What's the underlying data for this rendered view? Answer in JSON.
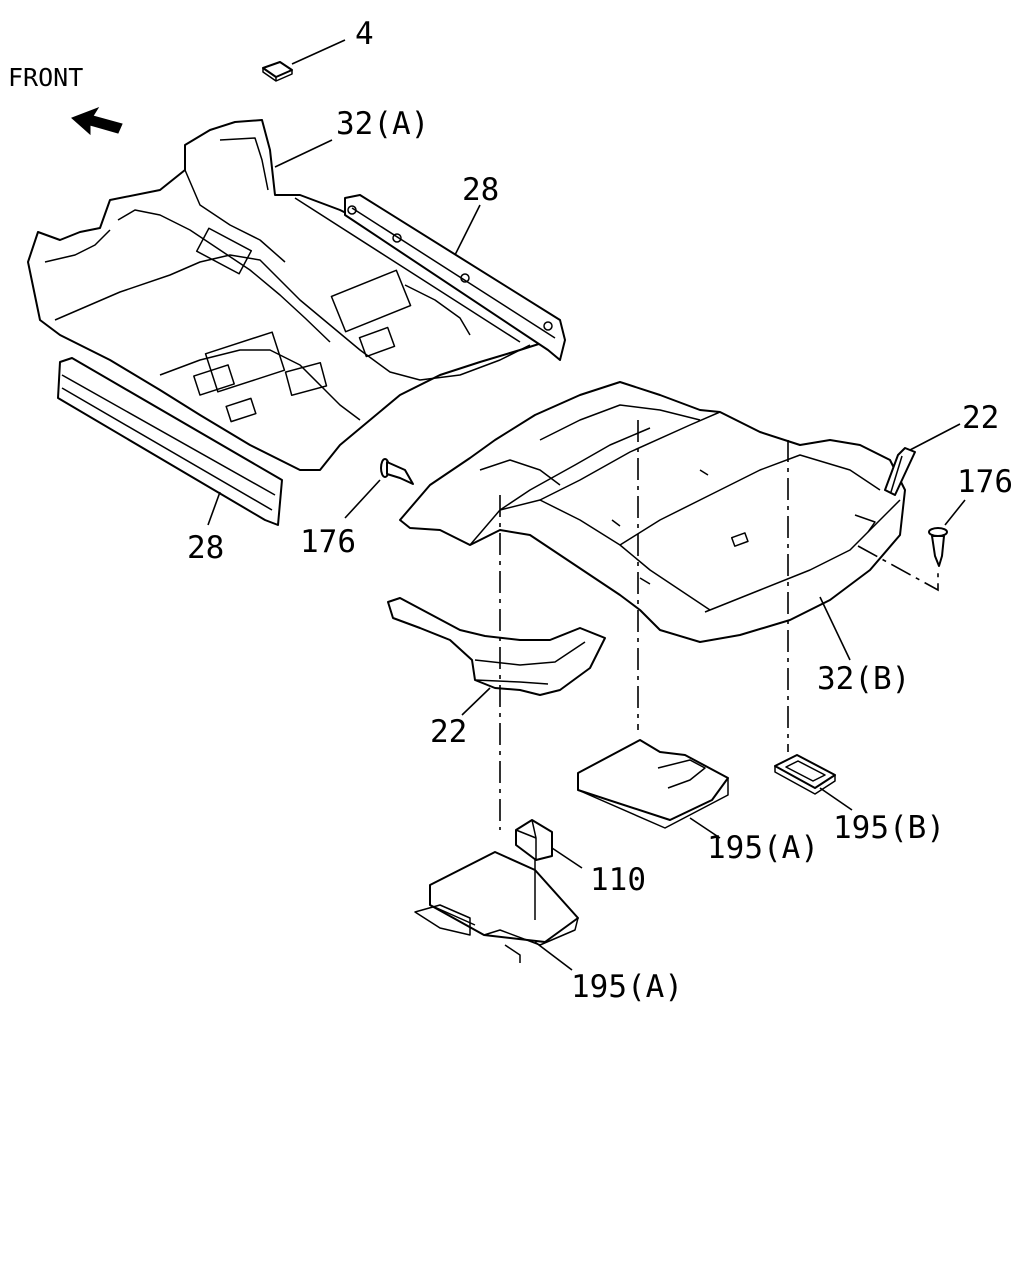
{
  "diagram": {
    "front_label": "FRONT",
    "callouts": {
      "c_4": "4",
      "c_32a": "32(A)",
      "c_28_top": "28",
      "c_28_bottom": "28",
      "c_176_left": "176",
      "c_22_right": "22",
      "c_176_right": "176",
      "c_32b": "32(B)",
      "c_22_lower": "22",
      "c_195a_mid": "195(A)",
      "c_195b": "195(B)",
      "c_110": "110",
      "c_195a_bottom": "195(A)"
    },
    "icons": {
      "front_arrow": "front-direction-arrow"
    }
  }
}
